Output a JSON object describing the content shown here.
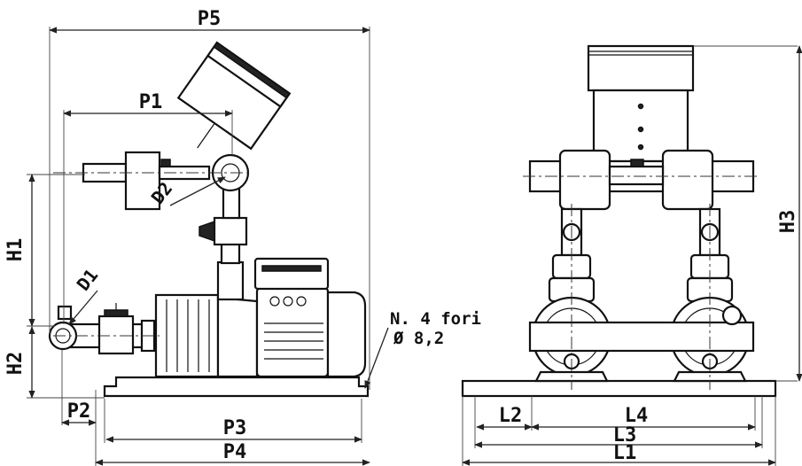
{
  "dimensions": {
    "P5": "P5",
    "P1": "P1",
    "D2": "D2",
    "D1": "D1",
    "H1": "H1",
    "H2": "H2",
    "P2": "P2",
    "P3": "P3",
    "P4": "P4",
    "H3": "H3",
    "L2": "L2",
    "L4": "L4",
    "L3": "L3",
    "L1": "L1"
  },
  "note": {
    "line1": "N. 4 fori",
    "line2": "Ø 8,2"
  }
}
